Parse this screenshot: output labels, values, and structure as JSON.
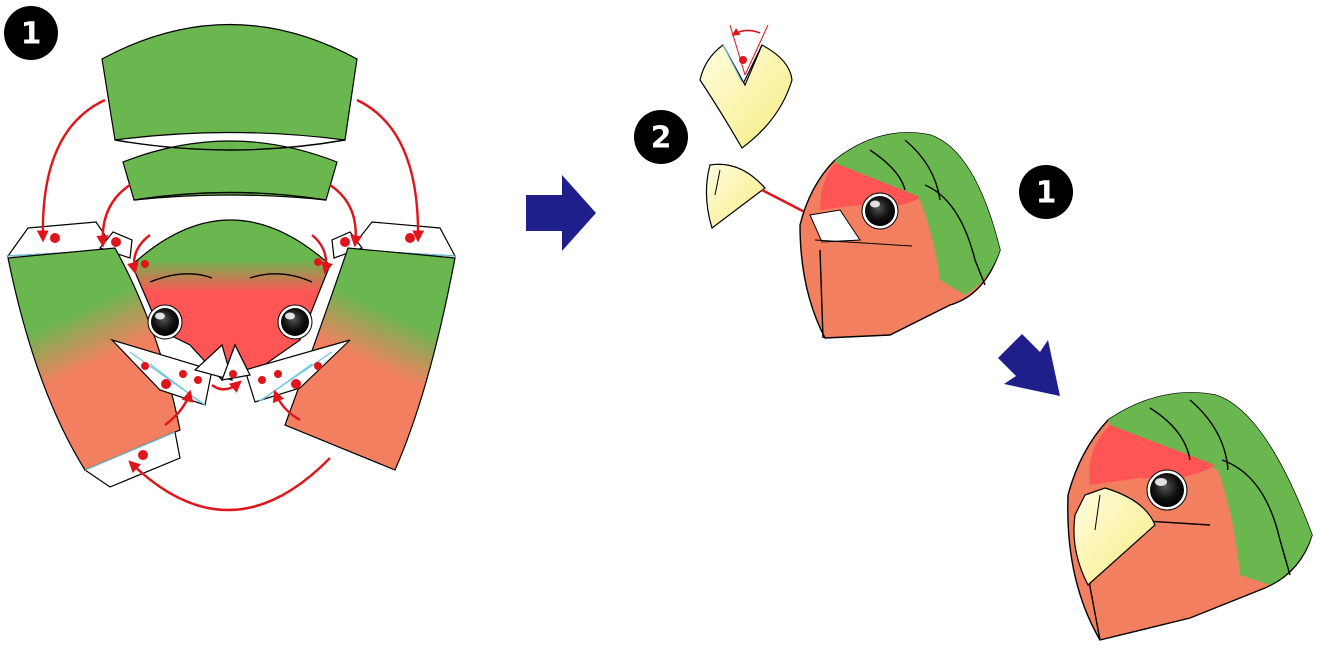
{
  "steps": {
    "step1_label": "1",
    "step2_label": "2",
    "step1b_label": "1"
  },
  "colors": {
    "green": "#6bb74f",
    "red": "#ff5555",
    "salmon": "#f28060",
    "beak": "#fff6a8",
    "flow_arrow": "#1f1f8c",
    "glue_arrow": "#e0141b",
    "fold_line": "#6fc3dd"
  },
  "icons": {
    "process_arrow": "navy-arrow-icon",
    "eye": "black-eye-icon",
    "glue_mark": "red-dot-icon"
  }
}
